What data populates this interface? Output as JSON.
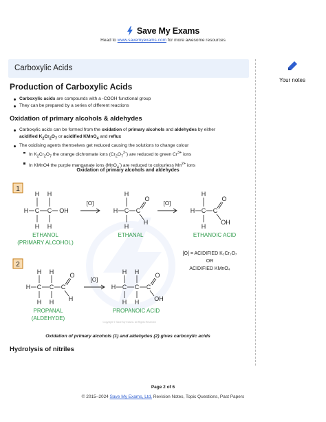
{
  "header": {
    "brand": "Save My Exams",
    "line_prefix": "Head to ",
    "link_text": "www.savemyexams.com",
    "line_suffix": " for more awesome resources"
  },
  "title_bar": "Carboxylic Acids",
  "notes_label": "Your notes",
  "section1": {
    "heading": "Production of Carboxylic Acids",
    "b1_bold": "Carboxylic acids",
    "b1_rest": " are compounds with a -COOH functional group",
    "b2": "They can be prepared by a series of different reactions"
  },
  "section2": {
    "heading": "Oxidation of primary alcohols & aldehydes",
    "p1_a": "Carboxylic acids can be formed from the ",
    "p1_b": "oxidation",
    "p1_c": " of ",
    "p1_d": "primary alcohols",
    "p1_e": " and ",
    "p1_f": "aldehydes",
    "p1_g": " by either",
    "p2_a": "acidified K",
    "p2_sub1": "2",
    "p2_b": "Cr",
    "p2_sub2": "2",
    "p2_c": "O",
    "p2_sub3": "7",
    "p2_d": " or ",
    "p2_e": "acidified KMnO",
    "p2_sub4": "4",
    "p2_f": " and ",
    "p2_g": "reflux",
    "b2": "The oxidising agents themselves get reduced causing the solutions to change colour",
    "s1_a": "In K",
    "s1_b": "Cr",
    "s1_c": "O",
    "s1_d": " the orange dichromate ions (Cr",
    "s1_e": "O",
    "s1_f": ") are reduced to green Cr",
    "s1_g": " ions",
    "s1_sup_ion": "2-",
    "s1_sup_cr": "3+",
    "s2_a": "In KMnO4  the purple manganate ions (MnO",
    "s2_b": ") are reduced to colourless Mn",
    "s2_c": " ions",
    "s2_sup_ion": "-",
    "s2_sup_mn": "2+"
  },
  "figure": {
    "title": "Oxidation of primary alcohols and aldehydes",
    "caption": "Oxidation of primary alcohols (1) and aldehydes (2) gives carboxylic acids",
    "label_1": "1",
    "label_2": "2",
    "reagent": "[O]",
    "ethanol": "ETHANOL",
    "primary_alcohol": "(PRIMARY  ALCOHOL)",
    "ethanal": "ETHANAL",
    "ethanoic_acid": "ETHANOIC  ACID",
    "propanal": "PROPANAL",
    "aldehyde": "(ALDEHYDE)",
    "propanoic_acid": "PROPANOIC  ACID",
    "key_line1": "[O] = ACIDIFIED  K₂Cr₂O₇",
    "key_line2": "OR",
    "key_line3": "ACIDIFIED  KMnO₄",
    "watermark": "Copyright © Save My Exams. All Rights Reserved",
    "colors": {
      "green": "#2e9a4a",
      "orange_box": "#f2c58a",
      "box_border": "#c47b16"
    }
  },
  "section3": {
    "heading": "Hydrolysis of nitriles"
  },
  "footer": {
    "page": "Page 2 of 6",
    "copy_prefix": "© 2015–2024 ",
    "copy_link": "Save My Exams, Ltd.",
    "copy_suffix": "   Revision Notes, Topic Questions, Past Papers"
  }
}
